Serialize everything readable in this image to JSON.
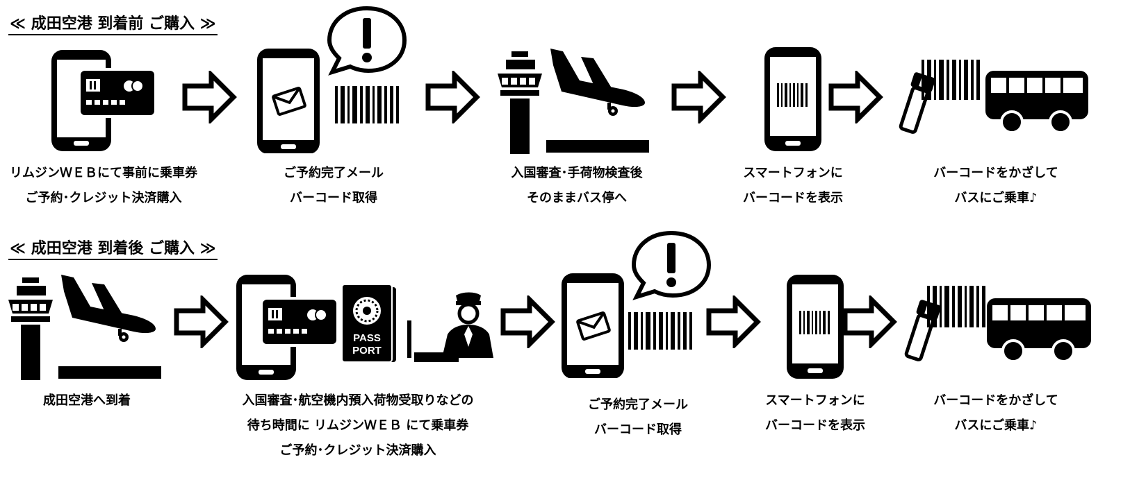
{
  "sections": [
    {
      "heading": "≪ 成田空港 到着前 ご購入 ≫",
      "steps": [
        {
          "icons": [
            "phone-icon",
            "credit-card-icon"
          ],
          "lines": [
            "リムジンＷＥＢにて事前に乗車券",
            "ご予約･クレジット決済購入"
          ]
        },
        {
          "icons": [
            "phone-icon",
            "mail-icon",
            "alert-bubble-icon",
            "barcode-icon"
          ],
          "lines": [
            "ご予約完了メール",
            "バーコード取得"
          ]
        },
        {
          "icons": [
            "control-tower-icon",
            "airplane-landing-icon"
          ],
          "lines": [
            "入国審査･手荷物検査後",
            "そのままバス停へ"
          ]
        },
        {
          "icons": [
            "phone-icon",
            "barcode-icon"
          ],
          "lines": [
            "スマートフォンに",
            "バーコードを表示"
          ]
        },
        {
          "icons": [
            "barcode-scanner-icon",
            "barcode-icon",
            "bus-icon"
          ],
          "lines": [
            "バーコードをかざして",
            "バスにご乗車♪"
          ]
        }
      ]
    },
    {
      "heading": "≪ 成田空港 到着後 ご購入 ≫",
      "steps": [
        {
          "icons": [
            "control-tower-icon",
            "airplane-landing-icon"
          ],
          "lines": [
            "成田空港へ到着"
          ]
        },
        {
          "icons": [
            "phone-icon",
            "credit-card-icon",
            "passport-icon",
            "immigration-officer-icon"
          ],
          "lines": [
            "入国審査･航空機内預入荷物受取りなどの",
            "待ち時間に リムジンＷＥＢ にて乗車券",
            "ご予約･クレジット決済購入"
          ]
        },
        {
          "icons": [
            "phone-icon",
            "mail-icon",
            "alert-bubble-icon",
            "barcode-icon"
          ],
          "lines": [
            "ご予約完了メール",
            "バーコード取得"
          ]
        },
        {
          "icons": [
            "phone-icon",
            "barcode-icon"
          ],
          "lines": [
            "スマートフォンに",
            "バーコードを表示"
          ]
        },
        {
          "icons": [
            "barcode-scanner-icon",
            "barcode-icon",
            "bus-icon"
          ],
          "lines": [
            "バーコードをかざして",
            "バスにご乗車♪"
          ]
        }
      ]
    }
  ],
  "passport_text": [
    "PASS",
    "PORT"
  ]
}
